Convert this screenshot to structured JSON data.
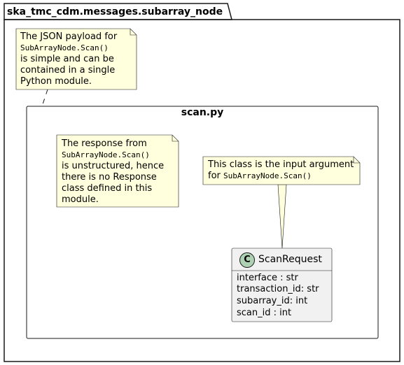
{
  "package": {
    "title": "ska_tmc_cdm.messages.subarray_node"
  },
  "module": {
    "title": "scan.py"
  },
  "notes": {
    "payload": {
      "line1": "The JSON payload for",
      "code": "SubArrayNode.Scan()",
      "line3": "is simple and can be",
      "line4": "contained in a single",
      "line5": "Python module."
    },
    "response": {
      "line1": "The response from",
      "code": "SubArrayNode.Scan()",
      "line3": "is unstructured, hence",
      "line4": "there is no Response",
      "line5": "class defined in this",
      "line6": "module."
    },
    "input": {
      "line1": "This class is the input argument",
      "prefix": "for ",
      "code": "SubArrayNode.Scan()"
    }
  },
  "class": {
    "stereotype_letter": "C",
    "name": "ScanRequest",
    "attributes": [
      "interface : str",
      "transaction_id: str",
      "subarray_id: int",
      "scan_id : int"
    ]
  },
  "colors": {
    "note_fill": "#ffffdd",
    "class_fill": "#f1f1f1",
    "class_icon": "#add1b2",
    "stroke": "#181818"
  }
}
